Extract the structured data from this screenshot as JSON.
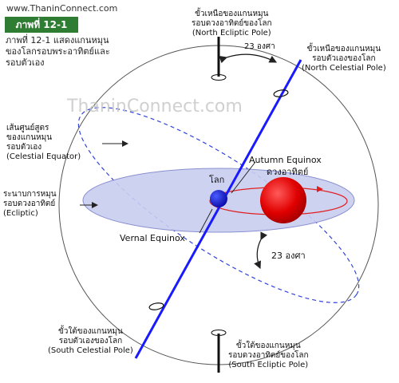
{
  "site": "www.ThaninConnect.com",
  "watermark": "ThaninConnect.com",
  "figure_badge": "ภาพที่ 12-1",
  "caption_lines": [
    "ภาพที่ 12-1 แสดงแกนหมุน",
    "ของโลกรอบพระอาทิตย์และ",
    "รอบตัวเอง"
  ],
  "labels": {
    "north_ecliptic": [
      "ขั้วเหนือของแกนหมุน",
      "รอบดวงอาทิตย์ของโลก",
      "(North Ecliptic Pole)"
    ],
    "north_celestial": [
      "ขั้วเหนือของแกนหมุน",
      "รอบตัวเองของโลก",
      "(North Celestial Pole)"
    ],
    "celestial_equator": [
      "เส้นศูนย์สูตร",
      "ของแกนหมุน",
      "รอบตัวเอง",
      "(Celestial Equator)"
    ],
    "ecliptic": [
      "ระนาบการหมุน",
      "รอบดวงอาทิตย์",
      "(Ecliptic)"
    ],
    "south_celestial": [
      "ขั้วใต้ของแกนหมุน",
      "รอบตัวเองของโลก",
      "(South Celestial Pole)"
    ],
    "south_ecliptic": [
      "ขั้วใต้ของแกนหมุน",
      "รอบดวงอาทิตย์ของโลก",
      "(South Ecliptic Pole)"
    ],
    "angle_top": "23 องศา",
    "angle_bottom": "23 องศา",
    "autumn_equinox": "Autumn Equinox",
    "sun": "ดวงอาทิตย์",
    "earth": "โลก",
    "vernal_equinox": "Vernal Equinox"
  },
  "colors": {
    "badge": "#2e7d32",
    "ecliptic_fill": "#c9cdf0",
    "axis": "#1a1aff",
    "sun": "#e00000",
    "earth": "#1010d0",
    "equator_dash": "#3344dd",
    "orbit": "#e02020"
  }
}
